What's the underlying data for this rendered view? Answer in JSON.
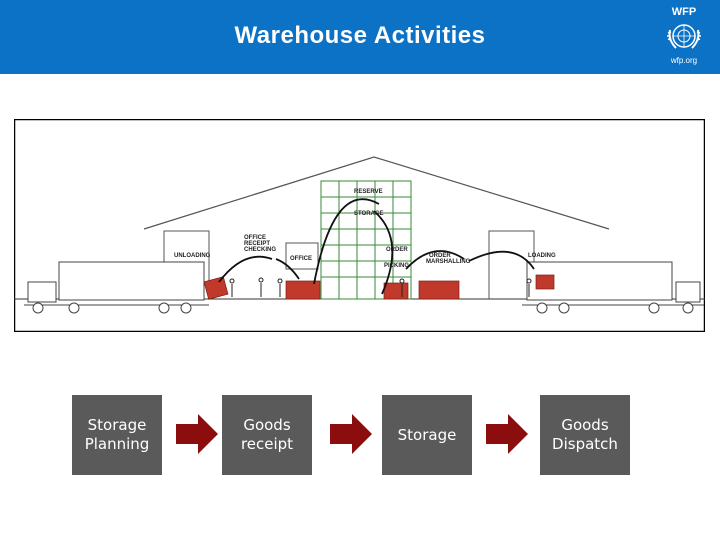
{
  "header": {
    "title": "Warehouse Activities",
    "bg_color": "#0c72c6"
  },
  "logo": {
    "top_text": "WFP",
    "bottom_text": "wfp.org"
  },
  "illustration": {
    "labels": {
      "unloading_left": "UNLOADING",
      "office_receipt": "OFFICE\nRECEIPT\nCHECKING",
      "office": "OFFICE",
      "reserve": "RESERVE",
      "storage": "STORAGE",
      "order": "ORDER",
      "picking": "PICKING",
      "order_marshalling": "ORDER\nMARSHALLING",
      "loading_right": "LOADING"
    }
  },
  "steps": [
    {
      "label": "Storage\nPlanning"
    },
    {
      "label": "Goods\nreceipt"
    },
    {
      "label": "Storage"
    },
    {
      "label": "Goods\nDispatch"
    }
  ],
  "colors": {
    "step_box": "#5a5a5a",
    "arrow": "#8b0d0d",
    "container": "#c0392b"
  }
}
